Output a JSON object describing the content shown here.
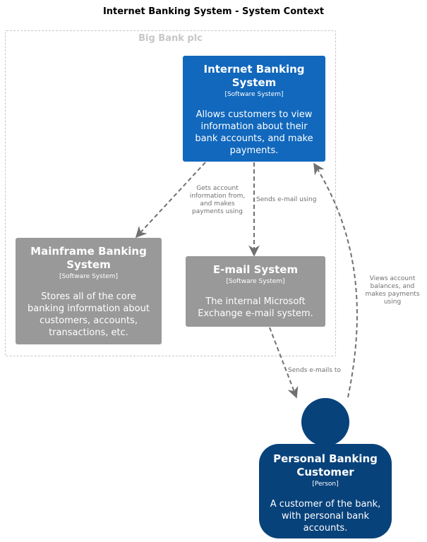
{
  "title": "Internet Banking System - System Context",
  "boundary": {
    "label": "Big Bank plc"
  },
  "nodes": {
    "ibs": {
      "name": "Internet Banking System",
      "type": "[Software System]",
      "description": "Allows customers to view information about their bank accounts, and make payments.",
      "color": "#1168bd"
    },
    "mainframe": {
      "name": "Mainframe Banking System",
      "type": "[Software System]",
      "description": "Stores all of the core banking information about customers, accounts, transactions, etc.",
      "color": "#999999"
    },
    "email": {
      "name": "E-mail System",
      "type": "[Software System]",
      "description": "The internal Microsoft Exchange e-mail system.",
      "color": "#999999"
    },
    "customer": {
      "name": "Personal Banking Customer",
      "type": "[Person]",
      "description": "A customer of the bank, with personal bank accounts.",
      "color": "#08427b"
    }
  },
  "edges": {
    "ibs_to_mainframe": "Gets account information from, and makes payments using",
    "ibs_to_email": "Sends e-mail using",
    "customer_to_ibs": "Views account balances, and makes payments using",
    "email_to_customer": "Sends e-mails to"
  }
}
